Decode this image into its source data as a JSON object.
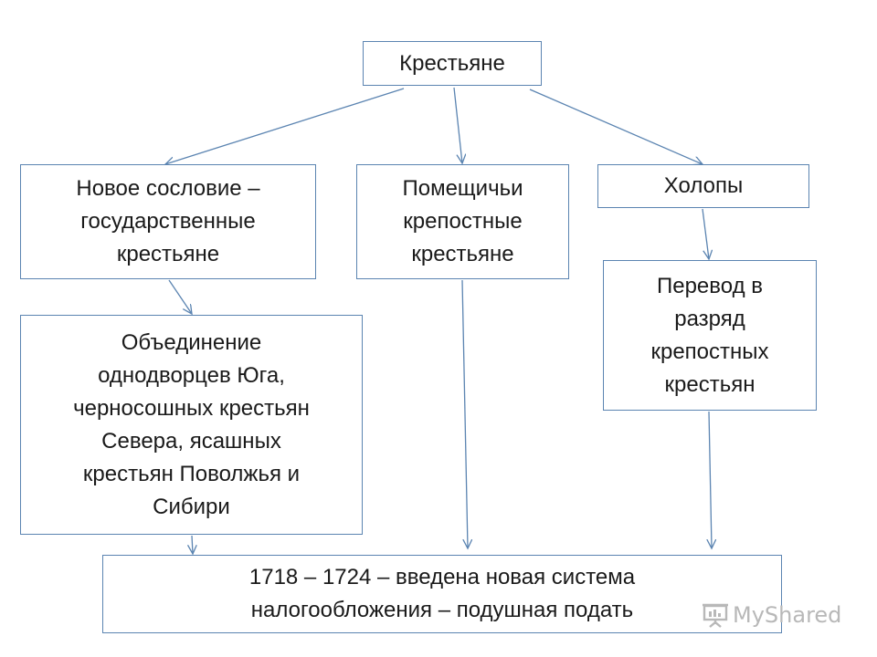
{
  "diagram": {
    "nodes": {
      "peasants": "Крестьяне",
      "state": [
        "Новое сословие –",
        "государственные",
        "крестьяне"
      ],
      "landlord": [
        "Помещичьи",
        "крепостные",
        "крестьяне"
      ],
      "serfs": "Холопы",
      "transfer": [
        "Перевод в",
        "разряд",
        "крепостных",
        "крестьян"
      ],
      "unify": [
        "Объединение",
        "однодворцев Юга,",
        "черносошных крестьян",
        "Севера, ясашных",
        "крестьян Поволжья и",
        "Сибири"
      ],
      "tax": [
        "1718 – 1724 – введена новая система",
        "налогообложения – подушная подать"
      ]
    },
    "edges": [
      {
        "from": "peasants",
        "to": "state"
      },
      {
        "from": "peasants",
        "to": "landlord"
      },
      {
        "from": "peasants",
        "to": "serfs"
      },
      {
        "from": "serfs",
        "to": "transfer"
      },
      {
        "from": "state",
        "to": "unify"
      },
      {
        "from": "unify",
        "to": "tax"
      },
      {
        "from": "landlord",
        "to": "tax"
      },
      {
        "from": "transfer",
        "to": "tax"
      }
    ],
    "line_color": "#5b84b1"
  },
  "watermark": {
    "text": "MyShared",
    "icon": "presentation-board-icon"
  }
}
